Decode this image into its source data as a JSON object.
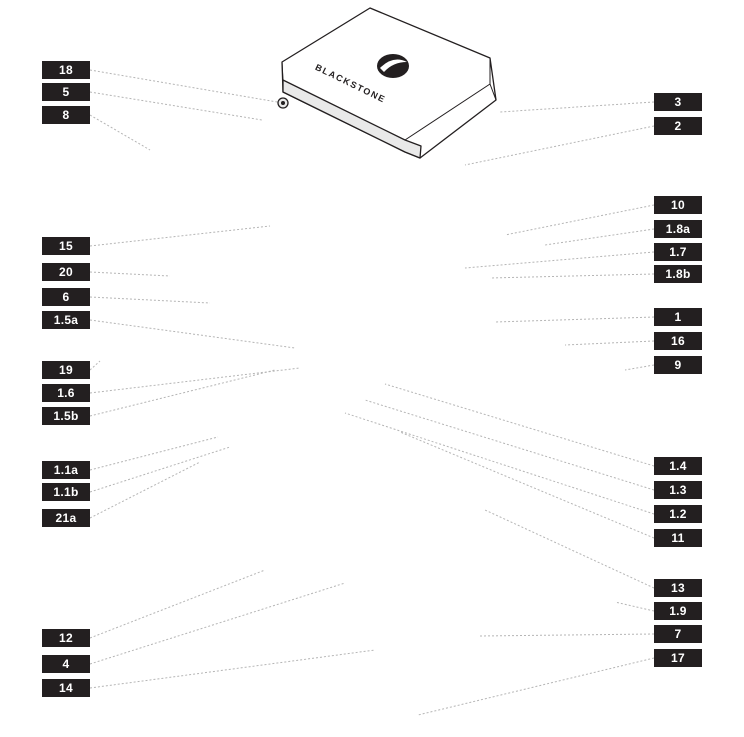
{
  "brand_text": "BLACKSTONE",
  "callouts": [
    {
      "id": "18",
      "side": "left"
    },
    {
      "id": "5",
      "side": "left"
    },
    {
      "id": "8",
      "side": "left"
    },
    {
      "id": "15",
      "side": "left"
    },
    {
      "id": "20",
      "side": "left"
    },
    {
      "id": "6",
      "side": "left"
    },
    {
      "id": "1.5a",
      "side": "left"
    },
    {
      "id": "19",
      "side": "left"
    },
    {
      "id": "1.6",
      "side": "left"
    },
    {
      "id": "1.5b",
      "side": "left"
    },
    {
      "id": "1.1a",
      "side": "left"
    },
    {
      "id": "1.1b",
      "side": "left"
    },
    {
      "id": "21a",
      "side": "left"
    },
    {
      "id": "12",
      "side": "left"
    },
    {
      "id": "4",
      "side": "left"
    },
    {
      "id": "14",
      "side": "left"
    },
    {
      "id": "3",
      "side": "right"
    },
    {
      "id": "2",
      "side": "right"
    },
    {
      "id": "10",
      "side": "right"
    },
    {
      "id": "1.8a",
      "side": "right"
    },
    {
      "id": "1.7",
      "side": "right"
    },
    {
      "id": "1.8b",
      "side": "right"
    },
    {
      "id": "1",
      "side": "right"
    },
    {
      "id": "16",
      "side": "right"
    },
    {
      "id": "9",
      "side": "right"
    },
    {
      "id": "1.4",
      "side": "right"
    },
    {
      "id": "1.3",
      "side": "right"
    },
    {
      "id": "1.2",
      "side": "right"
    },
    {
      "id": "11",
      "side": "right"
    },
    {
      "id": "13",
      "side": "right"
    },
    {
      "id": "1.9",
      "side": "right"
    },
    {
      "id": "7",
      "side": "right"
    },
    {
      "id": "17",
      "side": "right"
    }
  ],
  "colors": {
    "label_bg": "#231f20",
    "label_text": "#ffffff",
    "leader": "#b5b5b5",
    "line": "#231f20"
  }
}
